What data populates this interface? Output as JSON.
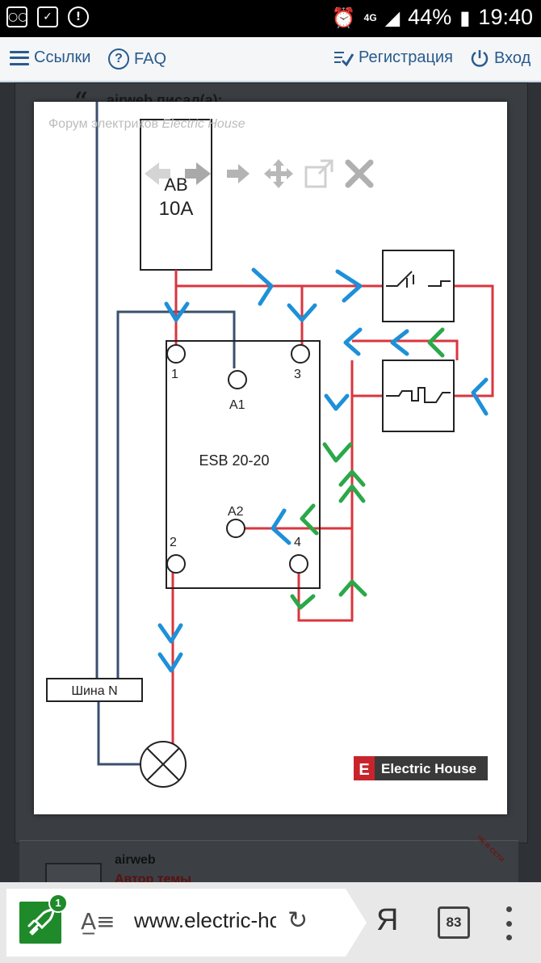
{
  "status_bar": {
    "left_icons": [
      "voicemail-icon",
      "checklist-icon",
      "alert-icon"
    ],
    "network": "4G",
    "battery": "44%",
    "time": "19:40"
  },
  "nav": {
    "links_label": "Ссылки",
    "faq_label": "FAQ",
    "register_label": "Регистрация",
    "login_label": "Вход"
  },
  "post": {
    "quote_author": "airweb писал(а):",
    "next_author": "airweb",
    "next_subtitle": "Автор темы",
    "stamp": "НЕ В СЕТИ"
  },
  "lightbox": {
    "caption_prefix": "Форум электриков ",
    "caption_site": "Electric House",
    "controls": [
      "prev-icon",
      "next-icon",
      "forward-icon",
      "move-icon",
      "resize-icon",
      "close-icon"
    ]
  },
  "diagram": {
    "breaker_top": "AB",
    "breaker_rating": "10A",
    "relay_label": "ESB 20-20",
    "terminals": [
      "1",
      "A1",
      "3",
      "A2",
      "2",
      "4"
    ],
    "bus_label": "Шина N",
    "watermark_letter": "E",
    "watermark_text": "Electric House",
    "colors": {
      "phase": "#d9363e",
      "neutral": "#3b4f6e",
      "arrow_blue": "#1e90d8",
      "arrow_green": "#2aa84a"
    }
  },
  "browser": {
    "extensions_count": "1",
    "url": "www.electric-house",
    "yandex_label": "Я",
    "tabs_count": "83"
  }
}
